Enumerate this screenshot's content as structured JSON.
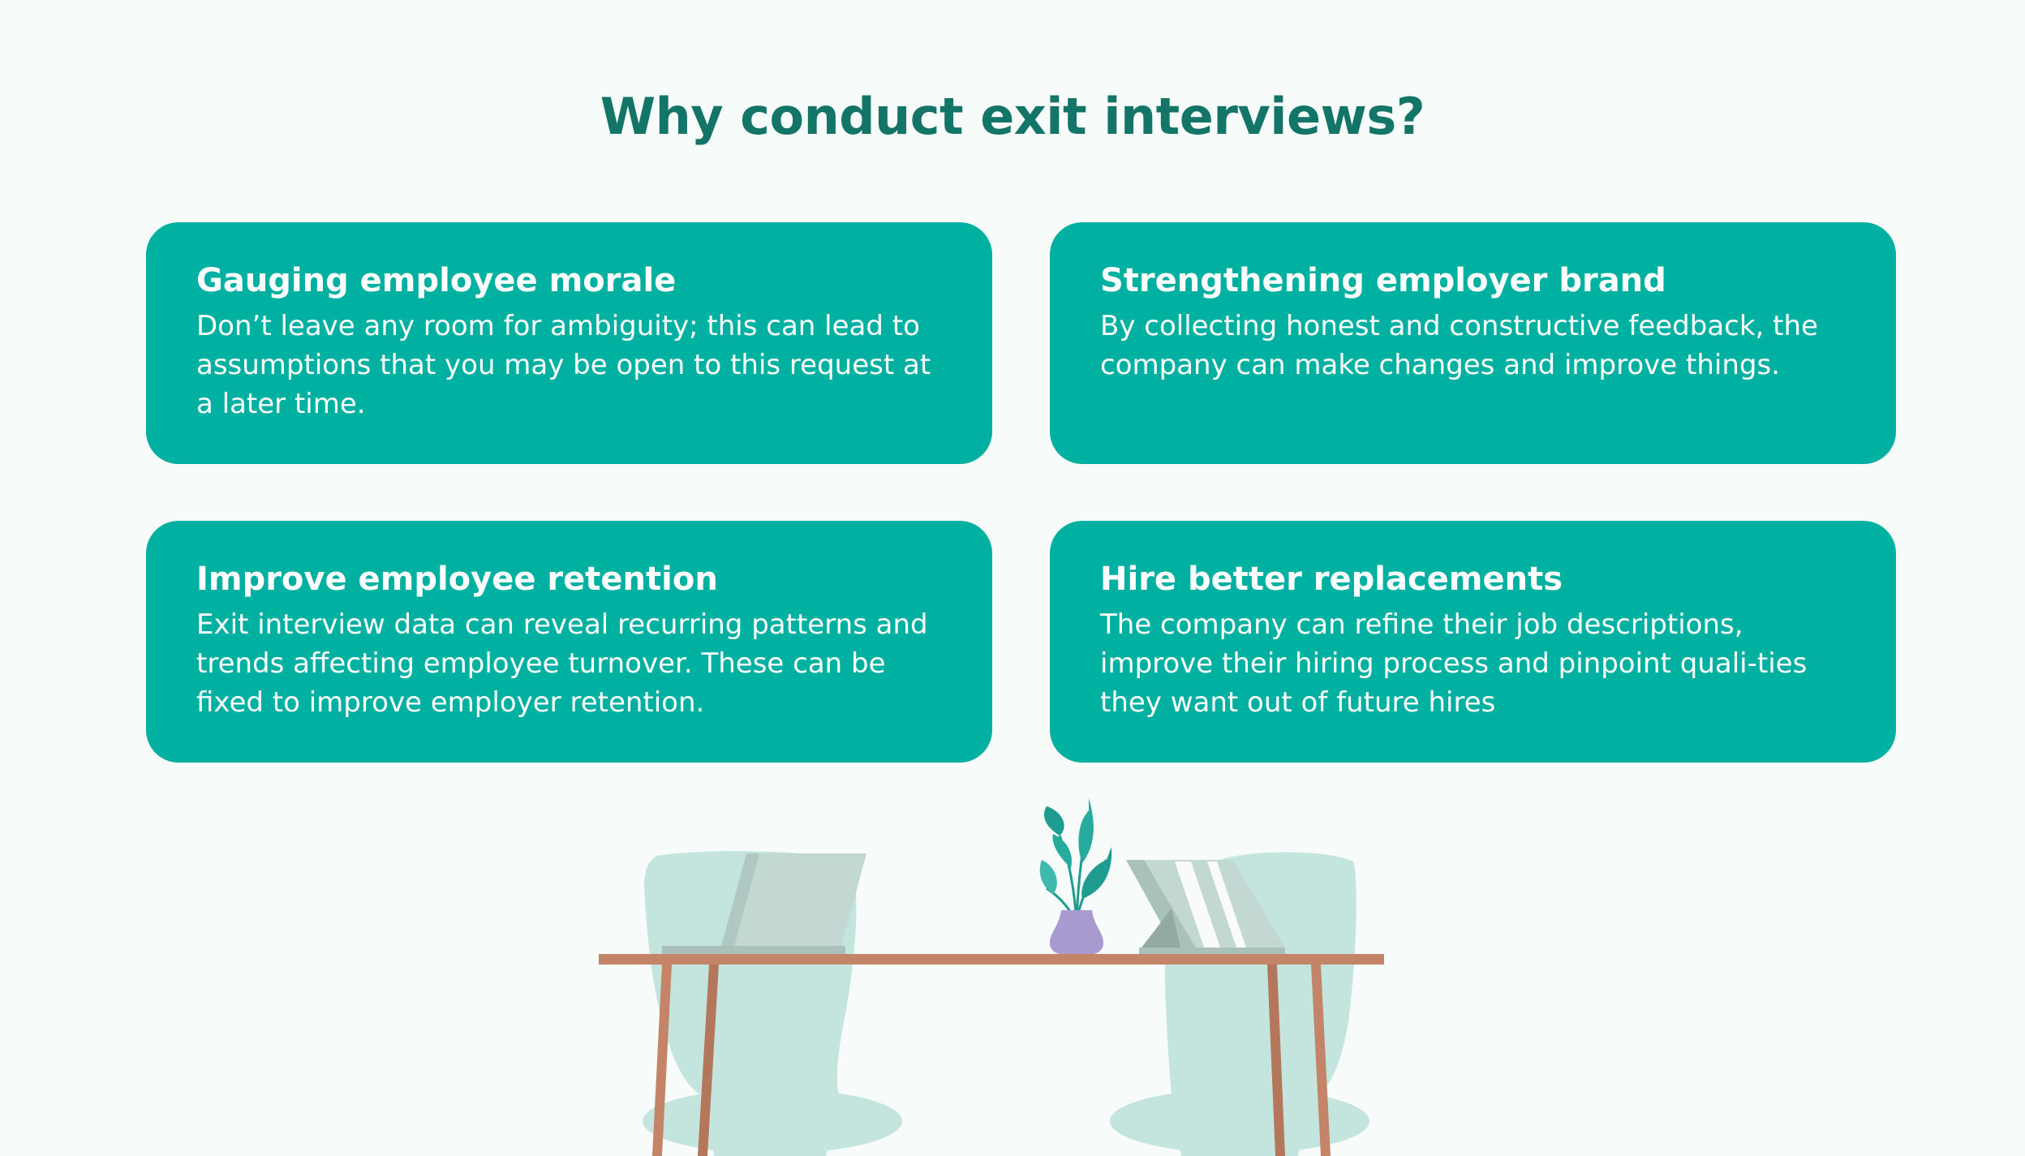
{
  "page": {
    "title": "Why conduct exit interviews?"
  },
  "cards": [
    {
      "title": "Gauging employee morale",
      "body": "Don’t leave any room for ambiguity; this can lead to assumptions that you may be open to this request at a later time."
    },
    {
      "title": "Strengthening employer brand",
      "body": "By collecting honest and constructive feedback, the company can make changes and improve things."
    },
    {
      "title": "Improve employee retention",
      "body": "Exit interview data can reveal recurring patterns and trends affecting employee turnover. These can be fixed to improve employer retention."
    },
    {
      "title": "Hire better replacements",
      "body": "The company can refine their job descriptions, improve their hiring process and pinpoint quali-ties they want out of future hires"
    }
  ],
  "colors": {
    "background": "#f7fbfa",
    "title": "#137567",
    "card": "#00b0a1",
    "chair": "#c4e4de",
    "desk": "#c48468",
    "laptop": "#c4d8d3",
    "vase": "#a99ad0",
    "leaf": "#1f9c90"
  },
  "icons": {
    "illustration": "office-desk-illustration",
    "plant": "plant-icon",
    "laptop": "laptop-icon",
    "chair": "chair-icon"
  }
}
